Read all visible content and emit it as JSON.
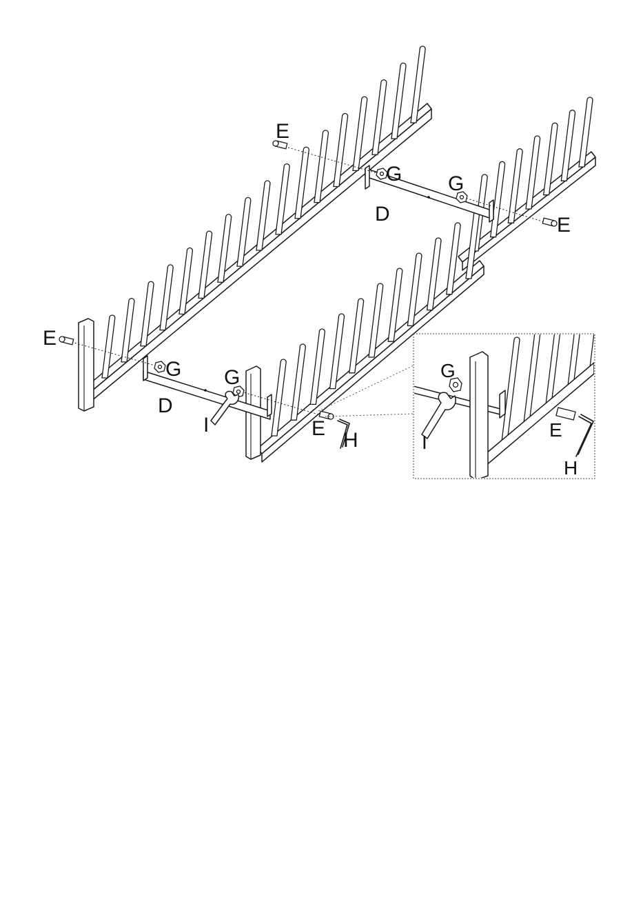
{
  "labels": {
    "screw": "E",
    "nut": "G",
    "bracket": "D",
    "allen_key": "H",
    "wrench": "I"
  },
  "figure": {
    "ink_color": "#1a1a1a",
    "background": "#ffffff"
  }
}
